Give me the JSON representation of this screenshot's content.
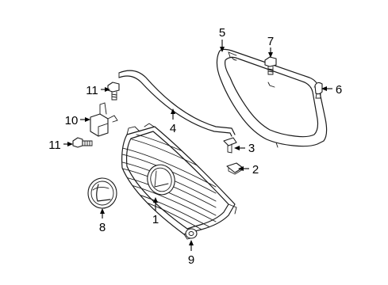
{
  "callouts": [
    {
      "id": "1",
      "text": "1"
    },
    {
      "id": "2",
      "text": "2"
    },
    {
      "id": "3",
      "text": "3"
    },
    {
      "id": "4",
      "text": "4"
    },
    {
      "id": "5",
      "text": "5"
    },
    {
      "id": "6",
      "text": "6"
    },
    {
      "id": "7",
      "text": "7"
    },
    {
      "id": "8",
      "text": "8"
    },
    {
      "id": "9",
      "text": "9"
    },
    {
      "id": "10",
      "text": "10"
    },
    {
      "id": "11a",
      "text": "11"
    },
    {
      "id": "11b",
      "text": "11"
    }
  ],
  "colors": {
    "line": "#1a1a1a",
    "background": "#ffffff"
  }
}
